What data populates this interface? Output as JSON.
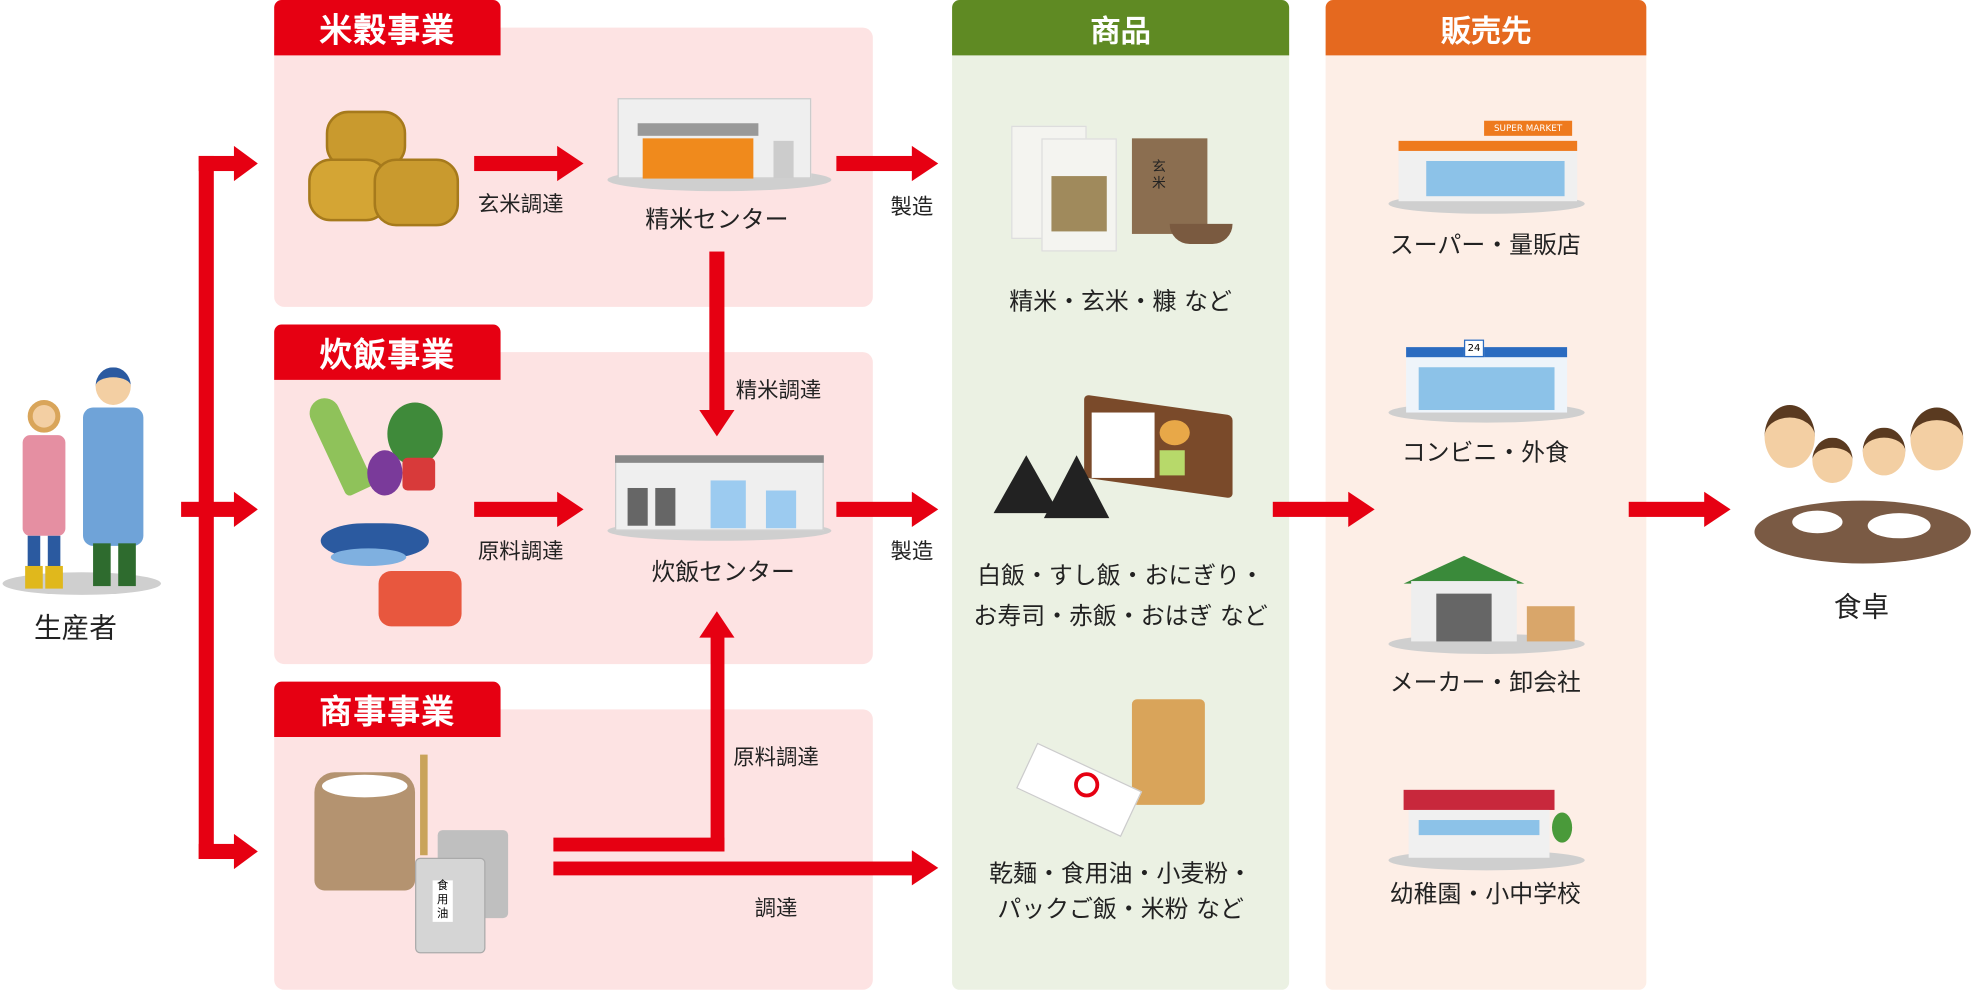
{
  "colors": {
    "red": "#e60012",
    "pink_panel": "#fde3e3",
    "green": "#5f8a23",
    "green_panel": "#ebf1e3",
    "orange": "#e5691f",
    "orange_panel": "#fdeee6"
  },
  "producer": {
    "label": "生産者"
  },
  "sections": [
    {
      "title": "米穀事業",
      "arrow_label": "玄米調達",
      "center": "精米センター",
      "out_label": "製造"
    },
    {
      "title": "炊飯事業",
      "arrow_label": "原料調達",
      "center": "炊飯センター",
      "out_label": "製造",
      "in_label": "精米調達"
    },
    {
      "title": "商事事業",
      "up_label": "原料調達",
      "out_label": "調達"
    }
  ],
  "products": {
    "title": "商品",
    "items": [
      {
        "line1": "精米・玄米・糠 など",
        "line2": ""
      },
      {
        "line1": "白飯・すし飯・おにぎり・",
        "line2": "お寿司・赤飯・おはぎ など"
      },
      {
        "line1": "乾麺・食用油・小麦粉・",
        "line2": "パックご飯・米粉 など"
      }
    ]
  },
  "sales": {
    "title": "販売先",
    "items": [
      "スーパー・量販店",
      "コンビニ・外食",
      "メーカー・卸会社",
      "幼稚園・小中学校"
    ]
  },
  "consumer": {
    "label": "食卓"
  },
  "illustration_text": {
    "supermarket_sign": "SUPER MARKET",
    "konbini_sign": "24",
    "rice_bag": "玄米",
    "oil_can": "食用油"
  }
}
